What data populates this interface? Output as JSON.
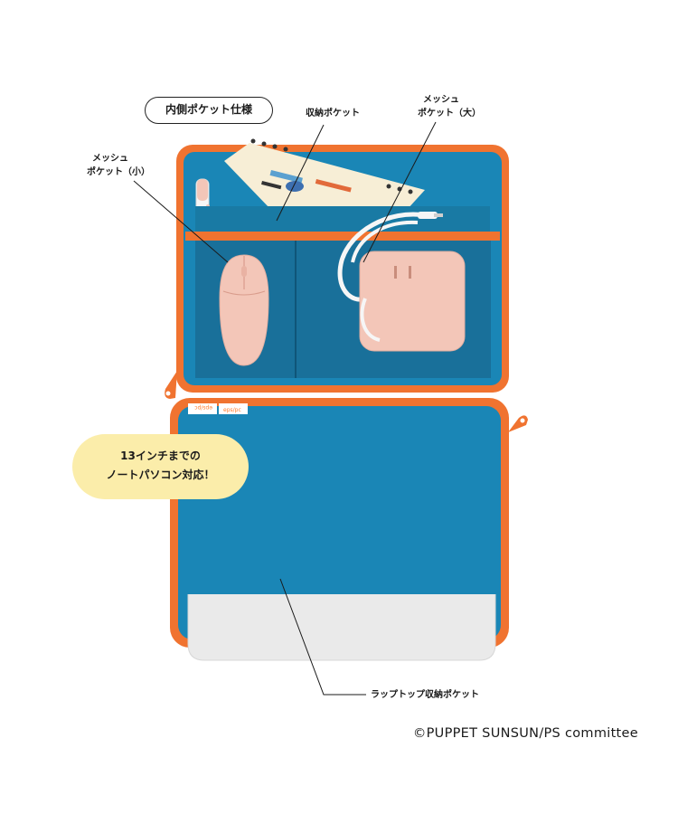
{
  "labels": {
    "inner_pocket": "内側ポケット仕様",
    "storage_pocket": "収納ポケット",
    "mesh_large_line1": "メッシュ",
    "mesh_large_line2": "ポケット（大）",
    "mesh_small_line1": "メッシュ",
    "mesh_small_line2": "ポケット（小）",
    "laptop_pocket": "ラップトップ収納ポケット"
  },
  "callout": {
    "line1": "13インチまでの",
    "line2": "ノートパソコン対応！"
  },
  "tag_text": "eps/pc",
  "copyright": "©PUPPET SUNSUN/PS committee",
  "colors": {
    "case_blue": "#1a86b6",
    "pocket_blue": "#197aa4",
    "zipper_orange": "#f07330",
    "callout_yellow": "#fbedaa",
    "accessory_pink": "#f3c6b8",
    "laptop_gray": "#eaeaea"
  }
}
